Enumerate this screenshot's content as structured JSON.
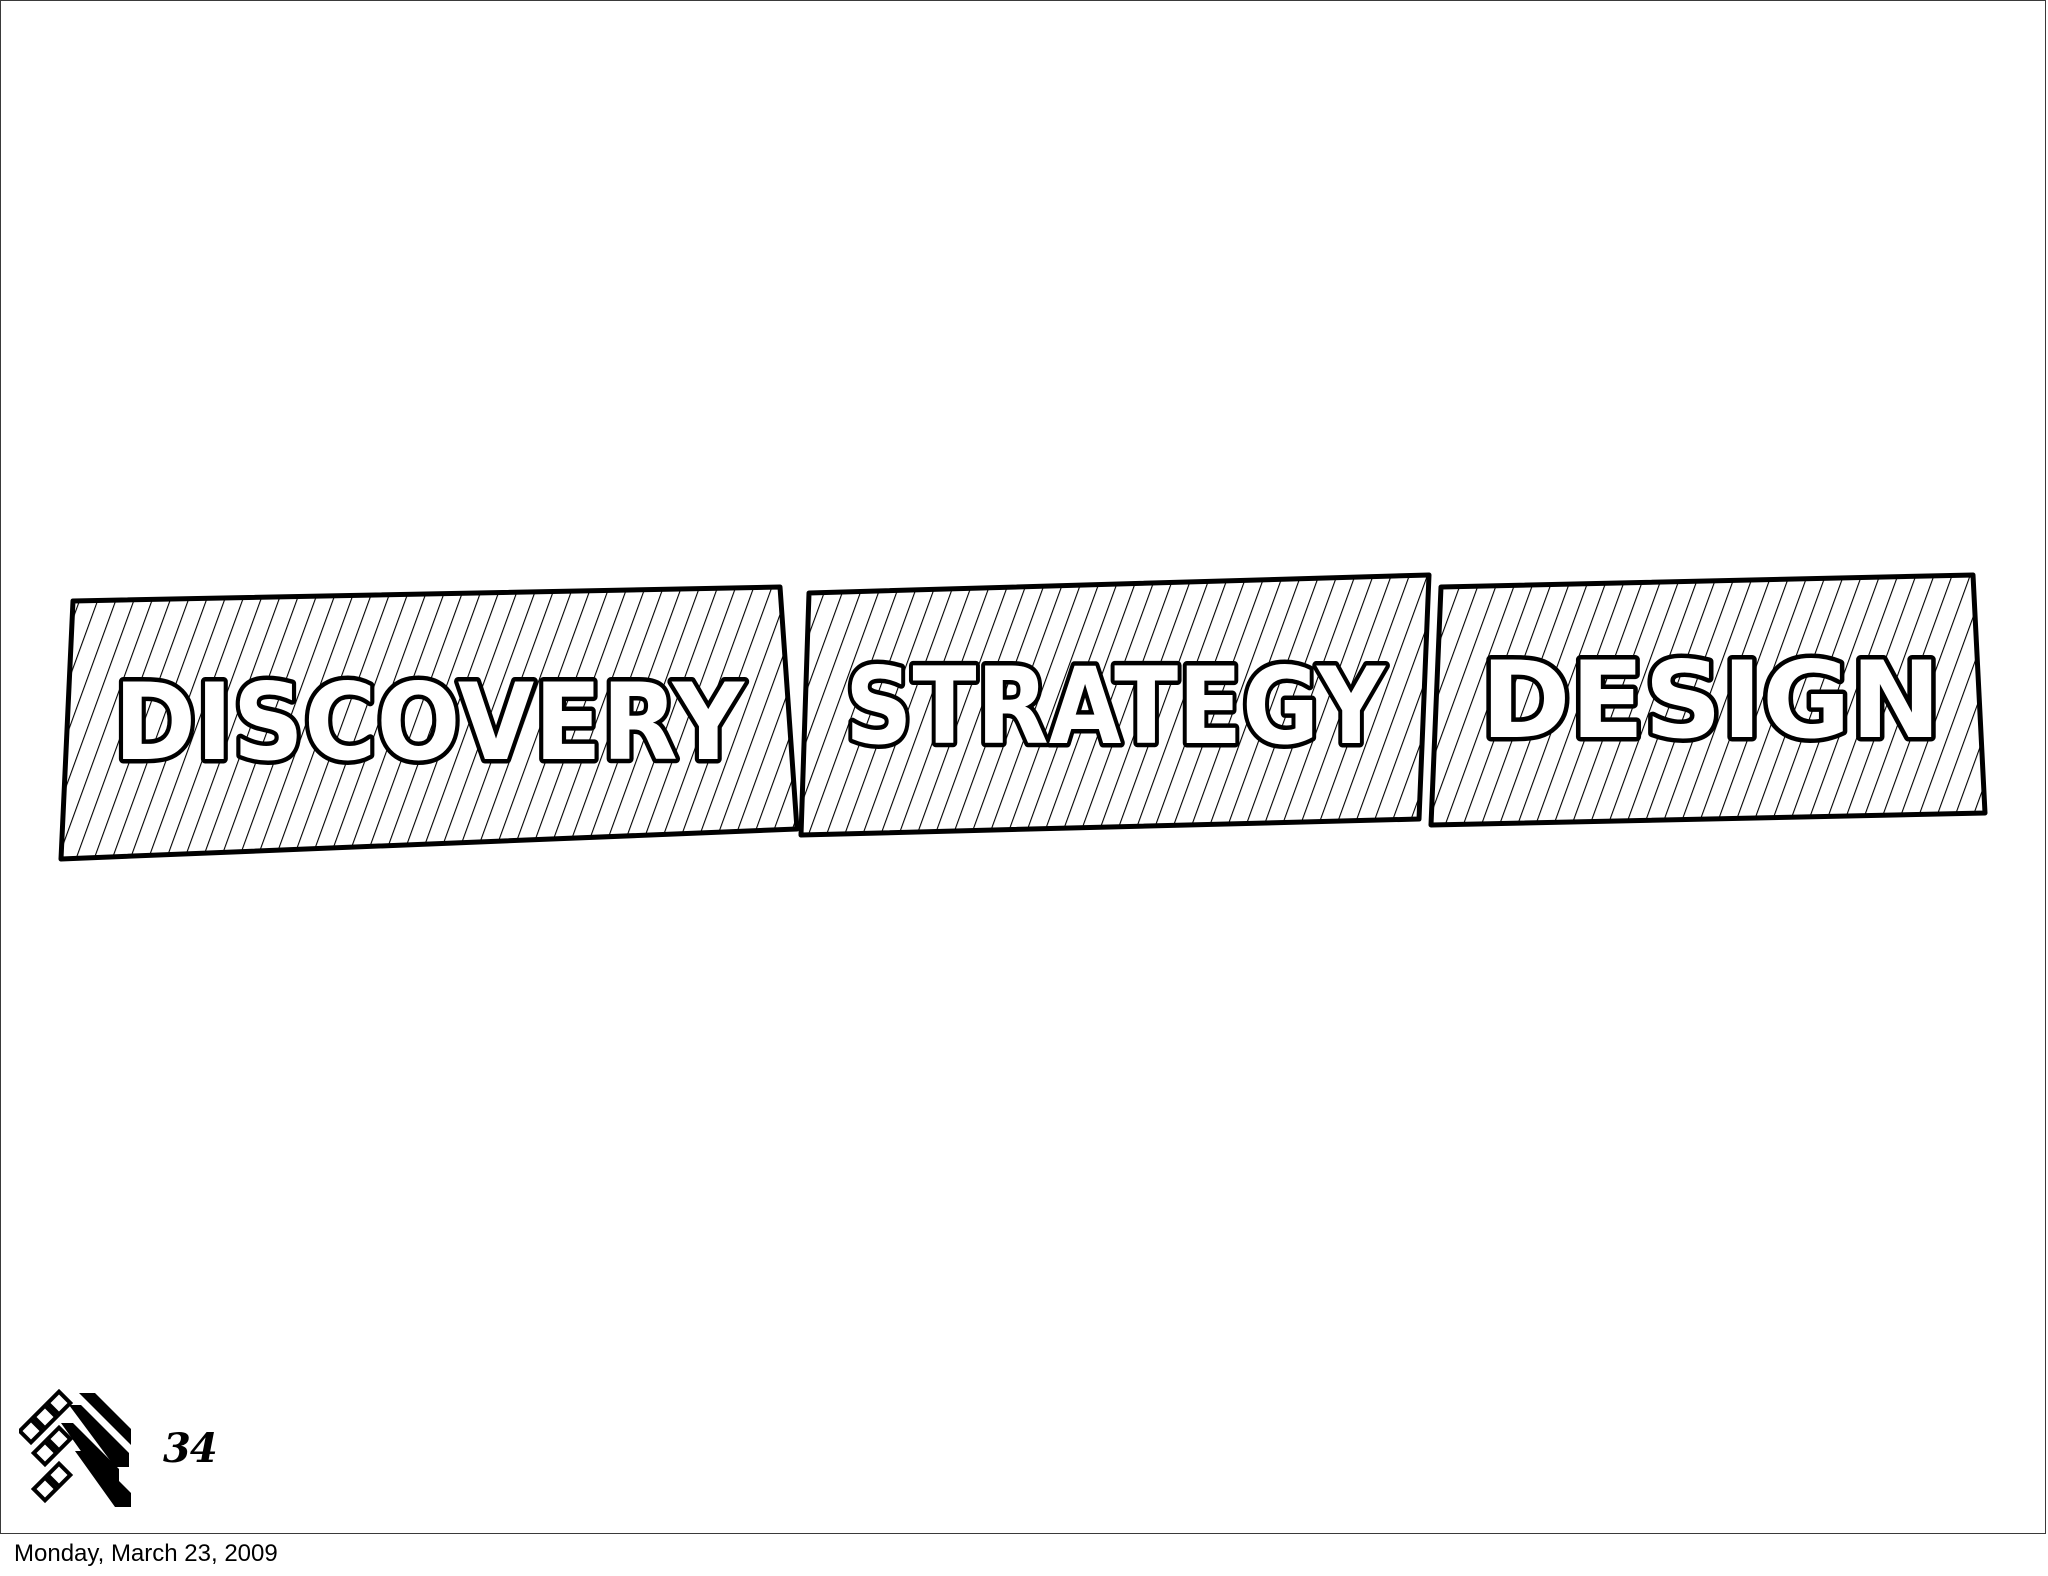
{
  "slide": {
    "stages": [
      {
        "label": "DISCOVERY"
      },
      {
        "label": "STRATEGY"
      },
      {
        "label": "DESIGN"
      }
    ],
    "page_number": "34",
    "logo_icon": "diamond-grid-logo-icon"
  },
  "footer": {
    "date": "Monday, March 23, 2009"
  },
  "colors": {
    "ink": "#000000",
    "background": "#ffffff",
    "border": "#3a3a3a"
  }
}
